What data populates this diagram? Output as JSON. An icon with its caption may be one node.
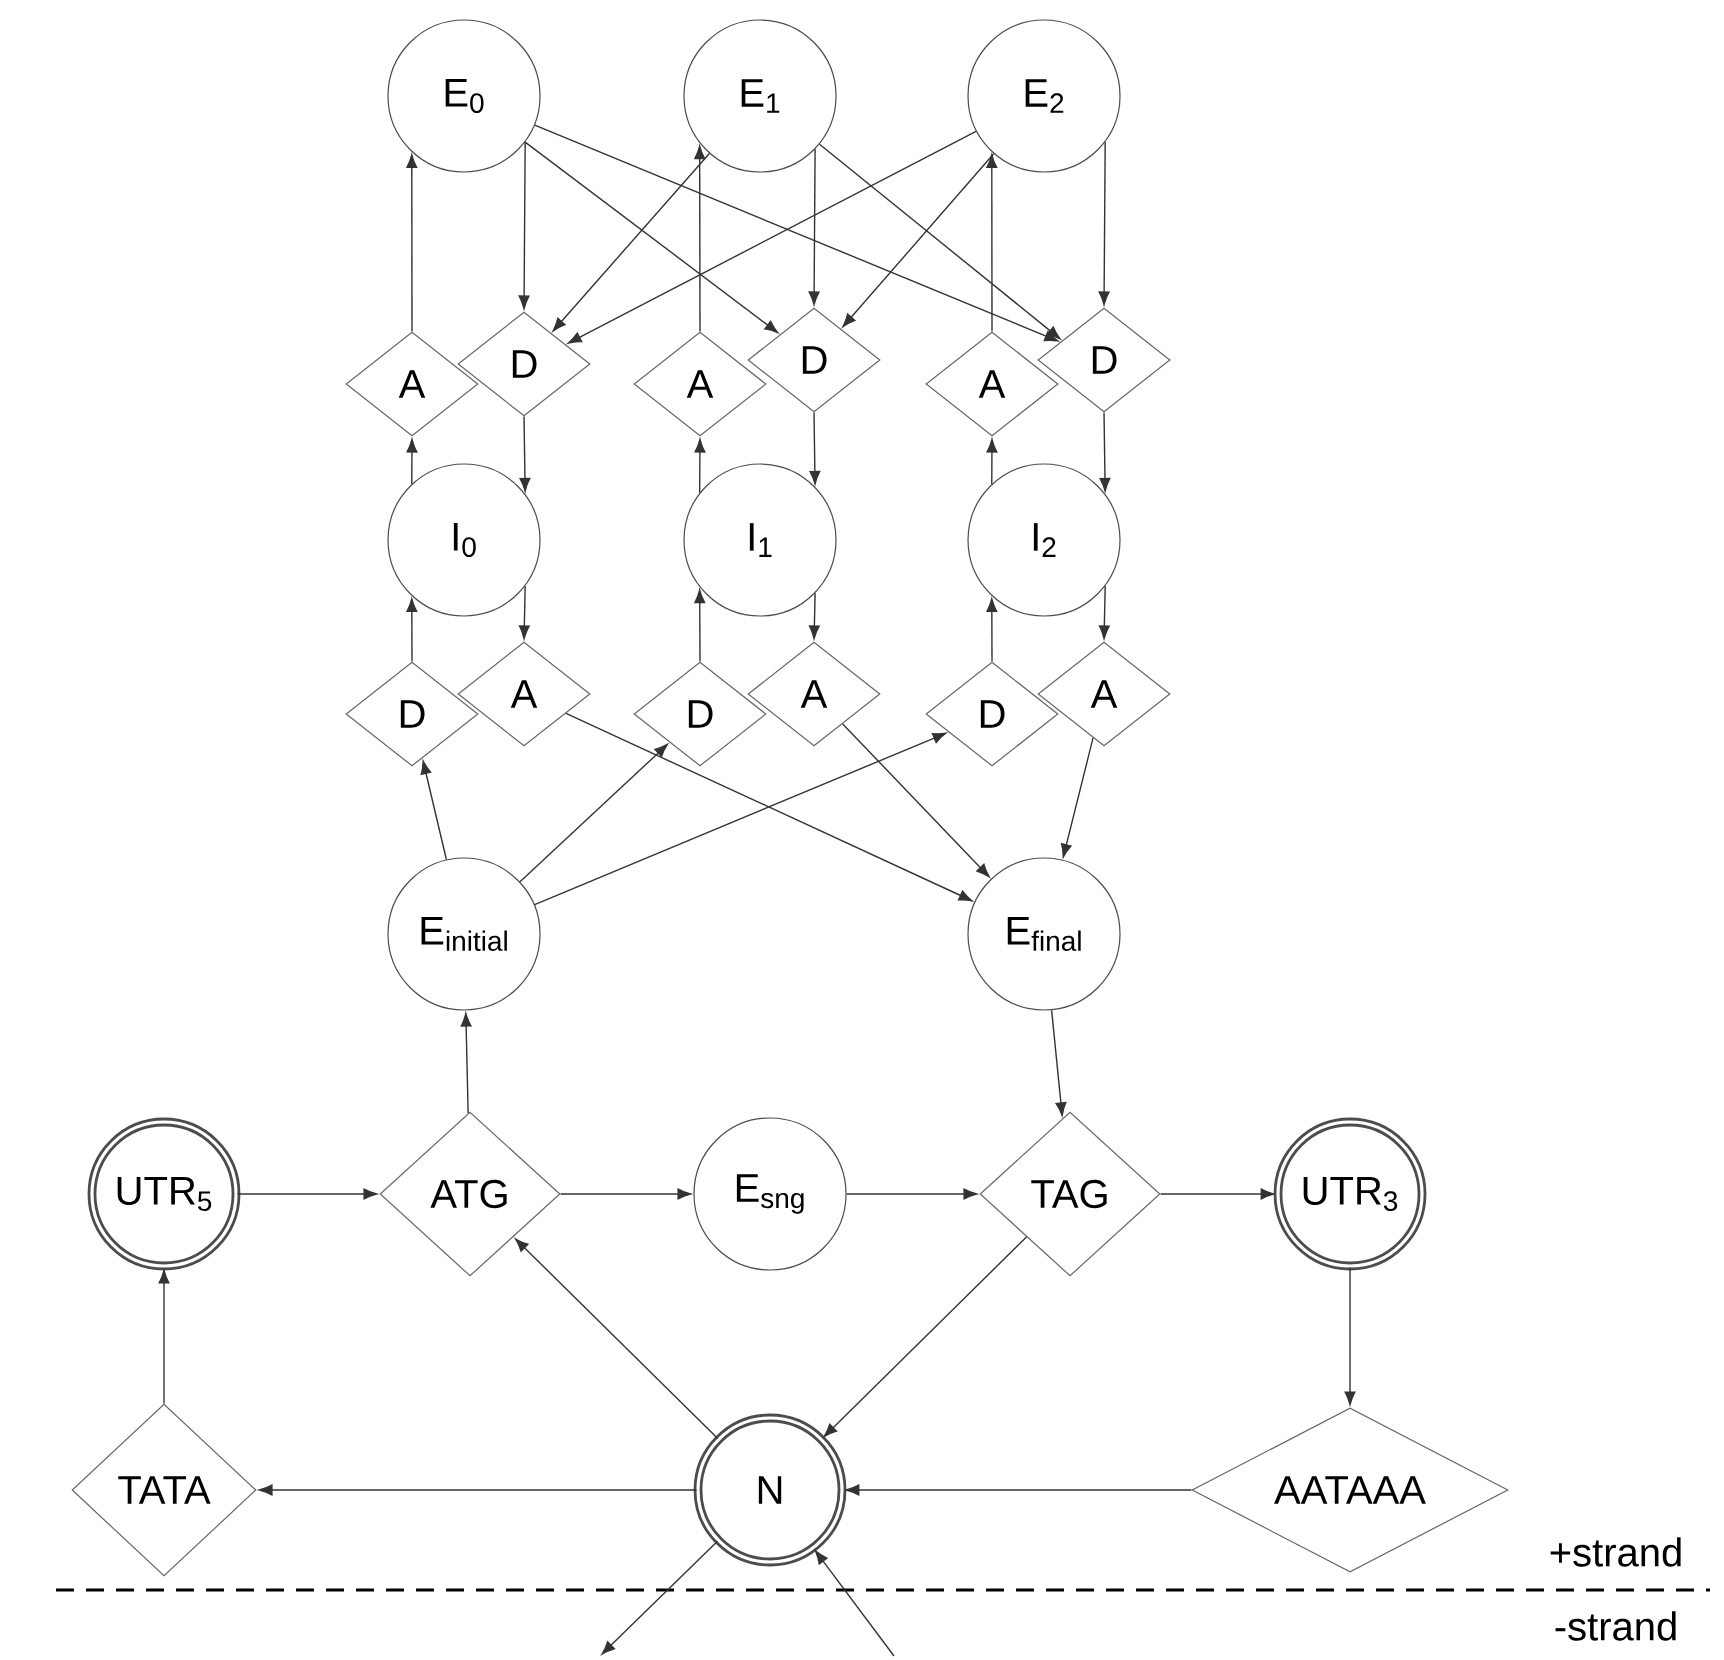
{
  "diagram": {
    "nodes": [
      {
        "text": [
          "E$_{0}$"
        ]
      },
      {
        "text": [
          "E$_{1}$"
        ]
      },
      {
        "text": [
          "E$_{2}$"
        ]
      },
      {
        "text": [
          "A"
        ]
      },
      {
        "text": [
          "D"
        ]
      },
      {
        "text": [
          "A"
        ]
      },
      {
        "text": [
          "D"
        ]
      },
      {
        "text": [
          "A"
        ]
      },
      {
        "text": [
          "D"
        ]
      },
      {
        "text": [
          "I$_{0}$"
        ]
      },
      {
        "text": [
          "I$_{1}$"
        ]
      },
      {
        "text": [
          "I$_{2}$"
        ]
      },
      {
        "text": [
          "D"
        ]
      },
      {
        "text": [
          "A"
        ]
      },
      {
        "text": [
          "D"
        ]
      },
      {
        "text": [
          "A"
        ]
      },
      {
        "text": [
          "D"
        ]
      },
      {
        "text": [
          "A"
        ]
      },
      {
        "text": [
          "E$_{initial}$"
        ]
      },
      {
        "text": [
          "E$_{final}$"
        ]
      },
      {
        "text": [
          "UTR$_{5}$"
        ]
      },
      {
        "text": [
          "ATG"
        ]
      },
      {
        "text": [
          "E$_{sng}$"
        ]
      },
      {
        "text": [
          "TAG"
        ]
      },
      {
        "text": [
          "UTR$_{3}$"
        ]
      },
      {
        "text": [
          "TATA"
        ]
      },
      {
        "text": [
          "N"
        ]
      },
      {
        "text": [
          "AATAAA"
        ]
      }
    ],
    "edges": [
      {
        "from": 3,
        "to": 0,
        "arrow": "to"
      },
      {
        "from": 0,
        "to": 4,
        "arrow": "to"
      },
      {
        "from": 0,
        "to": 6,
        "arrow": "to"
      },
      {
        "from": 0,
        "to": 8,
        "arrow": "to"
      },
      {
        "from": 1,
        "to": 4,
        "arrow": "to"
      },
      {
        "from": 5,
        "to": 1,
        "arrow": "to"
      },
      {
        "from": 1,
        "to": 6,
        "arrow": "to"
      },
      {
        "from": 1,
        "to": 8,
        "arrow": "to"
      },
      {
        "from": 2,
        "to": 4,
        "arrow": "to"
      },
      {
        "from": 2,
        "to": 6,
        "arrow": "to"
      },
      {
        "from": 7,
        "to": 2,
        "arrow": "to"
      },
      {
        "from": 2,
        "to": 8,
        "arrow": "to"
      },
      {
        "from": 4,
        "to": 9,
        "arrow": "to"
      },
      {
        "from": 9,
        "to": 3,
        "arrow": "to"
      },
      {
        "from": 6,
        "to": 10,
        "arrow": "to"
      },
      {
        "from": 10,
        "to": 5,
        "arrow": "to"
      },
      {
        "from": 8,
        "to": 11,
        "arrow": "to"
      },
      {
        "from": 11,
        "to": 7,
        "arrow": "to"
      },
      {
        "from": 12,
        "to": 9,
        "arrow": "to"
      },
      {
        "from": 9,
        "to": 13,
        "arrow": "to"
      },
      {
        "from": 14,
        "to": 10,
        "arrow": "to"
      },
      {
        "from": 10,
        "to": 15,
        "arrow": "to"
      },
      {
        "from": 16,
        "to": 11,
        "arrow": "to"
      },
      {
        "from": 11,
        "to": 17,
        "arrow": "to"
      },
      {
        "from": 18,
        "to": 12,
        "arrow": "to"
      },
      {
        "from": 18,
        "to": 14,
        "arrow": "to"
      },
      {
        "from": 18,
        "to": 16,
        "arrow": "to"
      },
      {
        "from": 13,
        "to": 19,
        "arrow": "to"
      },
      {
        "from": 15,
        "to": 19,
        "arrow": "to"
      },
      {
        "from": 17,
        "to": 19,
        "arrow": "to"
      },
      {
        "from": 21,
        "to": 18,
        "arrow": "to"
      },
      {
        "from": 19,
        "to": 23,
        "arrow": "to"
      },
      {
        "from": 20,
        "to": 21,
        "arrow": "to"
      },
      {
        "from": 21,
        "to": 22,
        "arrow": "to"
      },
      {
        "from": 22,
        "to": 23,
        "arrow": "to"
      },
      {
        "from": 23,
        "to": 24,
        "arrow": "to"
      },
      {
        "from": 24,
        "to": 27,
        "arrow": "to"
      },
      {
        "from": 27,
        "to": 26,
        "arrow": "to"
      },
      {
        "from": 26,
        "to": 25,
        "arrow": "to"
      },
      {
        "from": 25,
        "to": 20,
        "arrow": "to"
      },
      {
        "from": 26,
        "to": 21,
        "arrow": "to"
      },
      {
        "from": 23,
        "to": 26,
        "arrow": "to"
      },
      {
        "from": 26,
        "to": null,
        "arrow": "to"
      },
      {
        "from": null,
        "to": 26,
        "arrow": "to"
      }
    ],
    "labels": [
      "+strand",
      "-strand"
    ]
  }
}
